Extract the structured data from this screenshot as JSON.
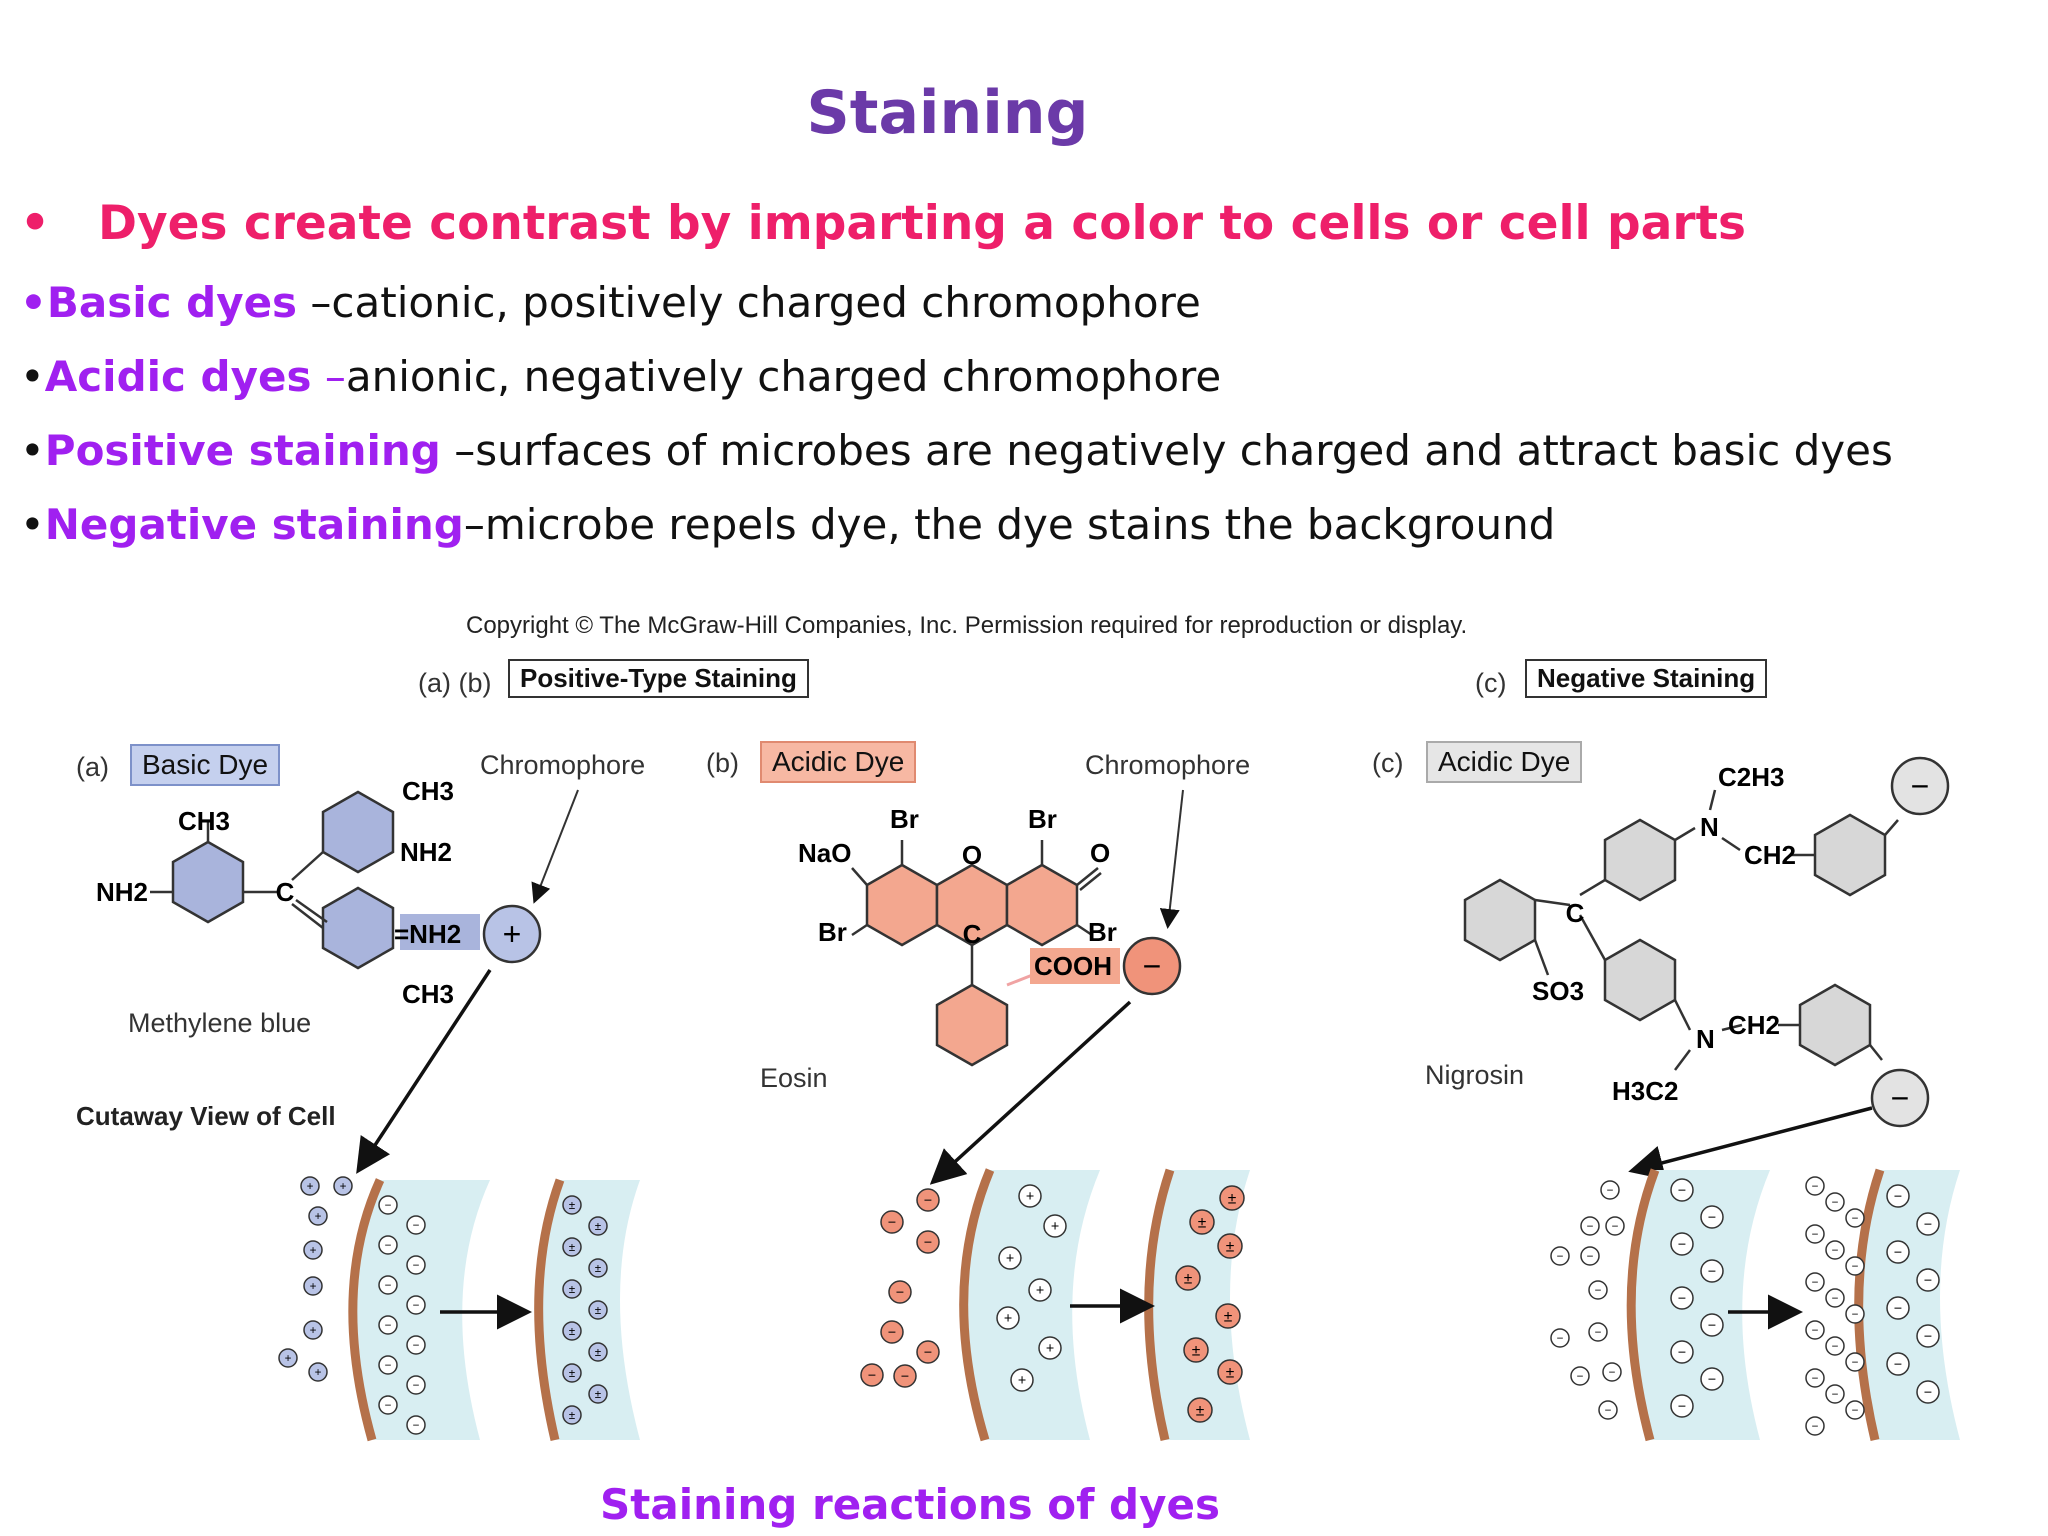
{
  "title": "Staining",
  "headline": {
    "bullet": "•",
    "text": "Dyes create contrast by imparting a color to cells or cell parts"
  },
  "bullets": [
    {
      "bullet": "•",
      "term": "Basic dyes",
      "text": " –cationic, positively charged chromophore"
    },
    {
      "bullet": "•",
      "term": "Acidic dyes",
      "sep": " –",
      "text": "anionic, negatively charged chromophore"
    },
    {
      "bullet": "•",
      "term": "Positive staining",
      "text": " –surfaces of microbes are negatively charged and attract basic dyes"
    },
    {
      "bullet": "•",
      "term": "Negative staining",
      "text": "–microbe repels dye, the dye stains the background"
    }
  ],
  "figure": {
    "copyright": "Copyright © The McGraw-Hill Companies, Inc. Permission required for reproduction or display.",
    "header_ab_tag": "(a) (b)",
    "header_ab_label": "Positive-Type Staining",
    "header_c_tag": "(c)",
    "header_c_label": "Negative Staining",
    "panel_a": {
      "tag": "(a)",
      "dye": "Basic Dye",
      "chromophore": "Chromophore",
      "name": "Methylene blue",
      "cutaway": "Cutaway View of Cell",
      "groups": {
        "ch3_top": "CH3",
        "ch3_top2": "CH3",
        "nh2_left": "NH2",
        "nh2_right": "NH2",
        "nh2_eq": "=NH2",
        "ch3_bottom": "CH3",
        "c": "C",
        "charge": "+"
      }
    },
    "panel_b": {
      "tag": "(b)",
      "dye": "Acidic Dye",
      "chromophore": "Chromophore",
      "name": "Eosin",
      "groups": {
        "br1": "Br",
        "br2": "Br",
        "br3": "Br",
        "br4": "Br",
        "nao": "NaO",
        "o_ring": "O",
        "o_keto": "O",
        "c": "C",
        "cooh": "COOH",
        "charge": "−"
      }
    },
    "panel_c": {
      "tag": "(c)",
      "dye": "Acidic Dye",
      "name": "Nigrosin",
      "groups": {
        "c2h3": "C2H3",
        "n_top": "N",
        "ch2_top": "CH2",
        "c": "C",
        "so3": "SO3",
        "n_bottom": "N",
        "ch2_bottom": "CH2",
        "h3c2": "H3C2",
        "charge": "−"
      }
    }
  },
  "caption": "Staining reactions of dyes",
  "colors": {
    "title": "#6b3aa8",
    "headline": "#ee1f6a",
    "term": "#a020f0",
    "basic_dye": "#a9b4dc",
    "acidic_dye": "#f3a78f",
    "nigrosin": "#d7d7d7",
    "cell_wall": "#b5714a",
    "cytoplasm": "#d8eef2"
  }
}
